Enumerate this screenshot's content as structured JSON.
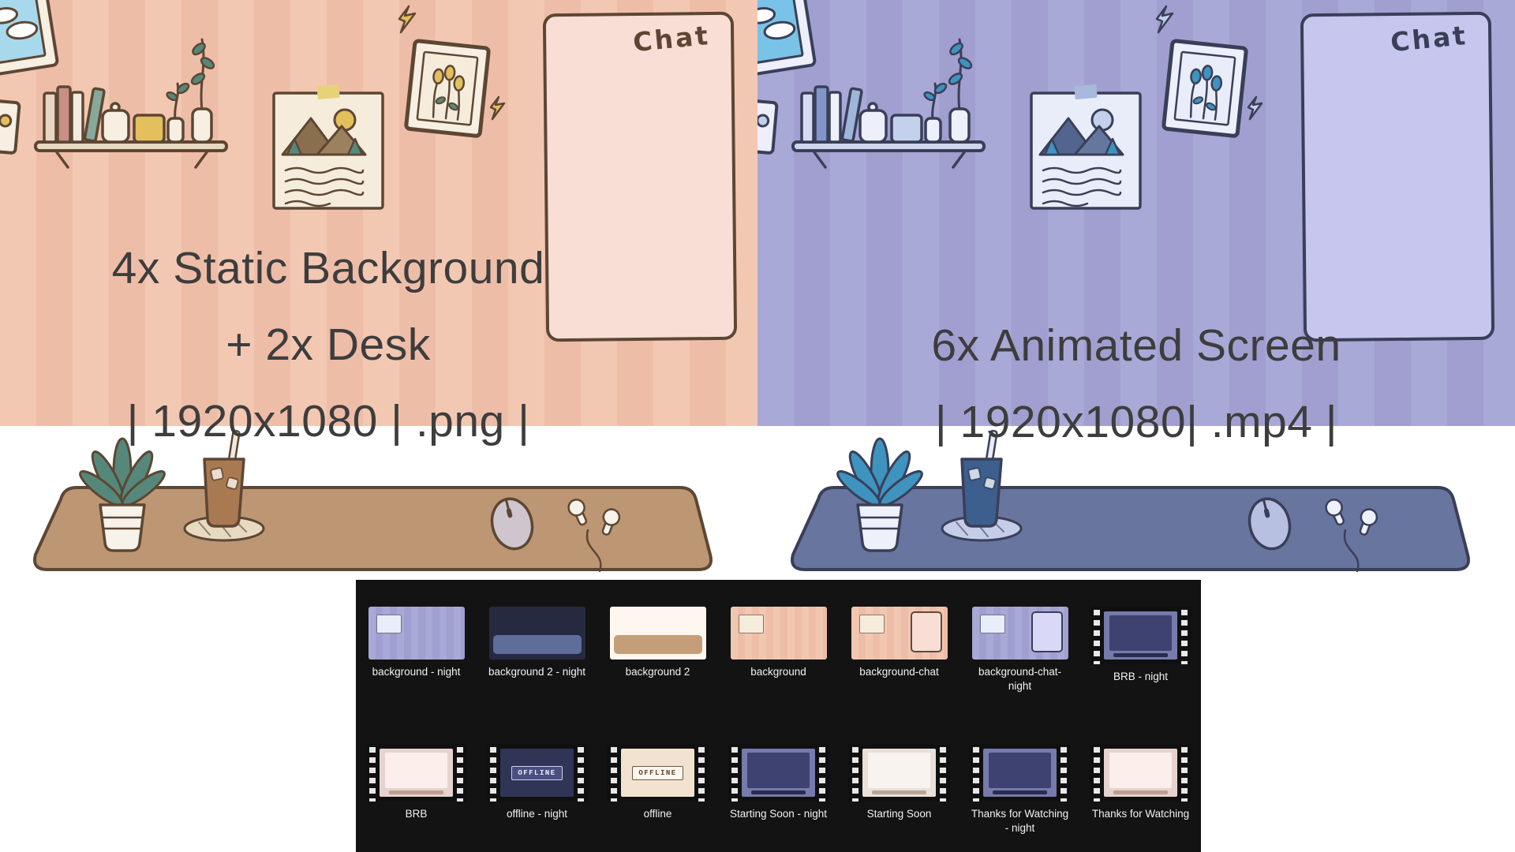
{
  "left_panel": {
    "caption_lines": [
      "4x Static Background",
      "+ 2x Desk",
      "| 1920x1080 | .png |"
    ],
    "chat_label": "Chat"
  },
  "right_panel": {
    "caption_lines": [
      "6x Animated Screen",
      "| 1920x1080| .mp4 |"
    ],
    "chat_label": "Chat"
  },
  "file_browser": {
    "rows": [
      [
        {
          "label": "background - night",
          "type": "img room-night"
        },
        {
          "label": "background 2 - night",
          "type": "img desk-night"
        },
        {
          "label": "background 2",
          "type": "img desk-day"
        },
        {
          "label": "background",
          "type": "img room-day"
        },
        {
          "label": "background-chat",
          "type": "img room-day chat"
        },
        {
          "label": "background-chat-night",
          "type": "img room-night chat"
        },
        {
          "label": "BRB - night",
          "type": "film screen-night"
        }
      ],
      [
        {
          "label": "BRB",
          "type": "film screen-day"
        },
        {
          "label": "offline - night",
          "type": "film offline-night",
          "overlay": "OFFLINE"
        },
        {
          "label": "offline",
          "type": "film offline-day",
          "overlay": "OFFLINE"
        },
        {
          "label": "Starting Soon - night",
          "type": "film screen-night"
        },
        {
          "label": "Starting Soon",
          "type": "film screen-day-plain"
        },
        {
          "label": "Thanks for Watching - night",
          "type": "film screen-night"
        },
        {
          "label": "Thanks for Watching",
          "type": "film screen-day"
        }
      ]
    ]
  },
  "colors": {
    "wall_day": "#f2c7b2",
    "wall_night": "#a9a9d8",
    "explorer_bg": "#131313",
    "caption_text": "#3d3d3d"
  }
}
